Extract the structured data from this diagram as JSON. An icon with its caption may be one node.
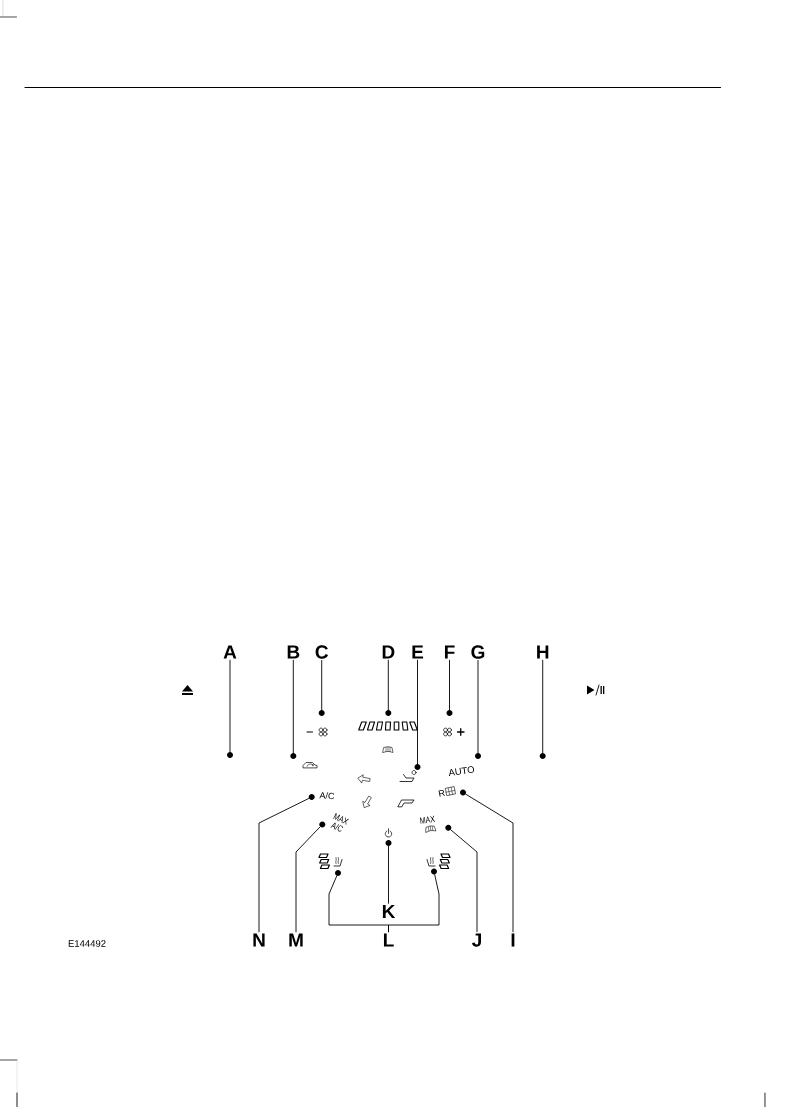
{
  "diagram": {
    "nodes": [
      {
        "text": [
          "A"
        ]
      },
      {
        "text": [
          "B"
        ]
      },
      {
        "text": [
          "C"
        ]
      },
      {
        "text": [
          "D"
        ]
      },
      {
        "text": [
          "E"
        ]
      },
      {
        "text": [
          "F"
        ]
      },
      {
        "text": [
          "G"
        ]
      },
      {
        "text": [
          "H"
        ]
      },
      {
        "text": [],
        "shape": "circle"
      },
      {
        "text": [],
        "shape": "circle"
      },
      {
        "text": [],
        "shape": "circle"
      },
      {
        "text": [],
        "shape": "circle"
      },
      {
        "text": [],
        "shape": "circle"
      },
      {
        "text": [],
        "shape": "circle"
      },
      {
        "text": [],
        "shape": "circle"
      },
      {
        "text": [],
        "shape": "circle"
      },
      {
        "text": [],
        "shape": "circle"
      },
      {
        "text": [],
        "shape": "circle"
      },
      {
        "text": [],
        "shape": "circle"
      },
      {
        "text": [],
        "shape": "circle"
      },
      {
        "text": [],
        "shape": "circle"
      },
      {
        "text": [],
        "shape": "circle"
      },
      {
        "text": [],
        "shape": "circle"
      },
      {
        "text": [
          "K"
        ]
      },
      {
        "text": [
          "N"
        ]
      },
      {
        "text": [
          "M"
        ]
      },
      {
        "text": [
          "L"
        ]
      },
      {
        "text": [
          "J"
        ]
      },
      {
        "text": [
          "I"
        ]
      }
    ],
    "edges": [
      {
        "from": 0,
        "to": 11,
        "arrow": "none"
      },
      {
        "from": 1,
        "to": 12,
        "arrow": "none"
      },
      {
        "from": 2,
        "to": 8,
        "arrow": "none"
      },
      {
        "from": 3,
        "to": 9,
        "arrow": "none"
      },
      {
        "from": 4,
        "to": 15,
        "arrow": "none"
      },
      {
        "from": 5,
        "to": 10,
        "arrow": "none"
      },
      {
        "from": 6,
        "to": 13,
        "arrow": "none"
      },
      {
        "from": 7,
        "to": 14,
        "arrow": "none"
      },
      {
        "from": 24,
        "to": 16,
        "arrow": "none"
      },
      {
        "from": 25,
        "to": 18,
        "arrow": "none"
      },
      {
        "from": 23,
        "to": 20,
        "arrow": "none"
      },
      {
        "from": 26,
        "to": 21,
        "arrow": "none"
      },
      {
        "from": 26,
        "to": 22,
        "arrow": "none"
      },
      {
        "from": 27,
        "to": 19,
        "arrow": "none"
      },
      {
        "from": 28,
        "to": 17,
        "arrow": "none"
      }
    ],
    "labels": [
      "AUTO",
      "A/C",
      "R",
      "MAX A/C",
      "MAX",
      "E144492"
    ]
  }
}
